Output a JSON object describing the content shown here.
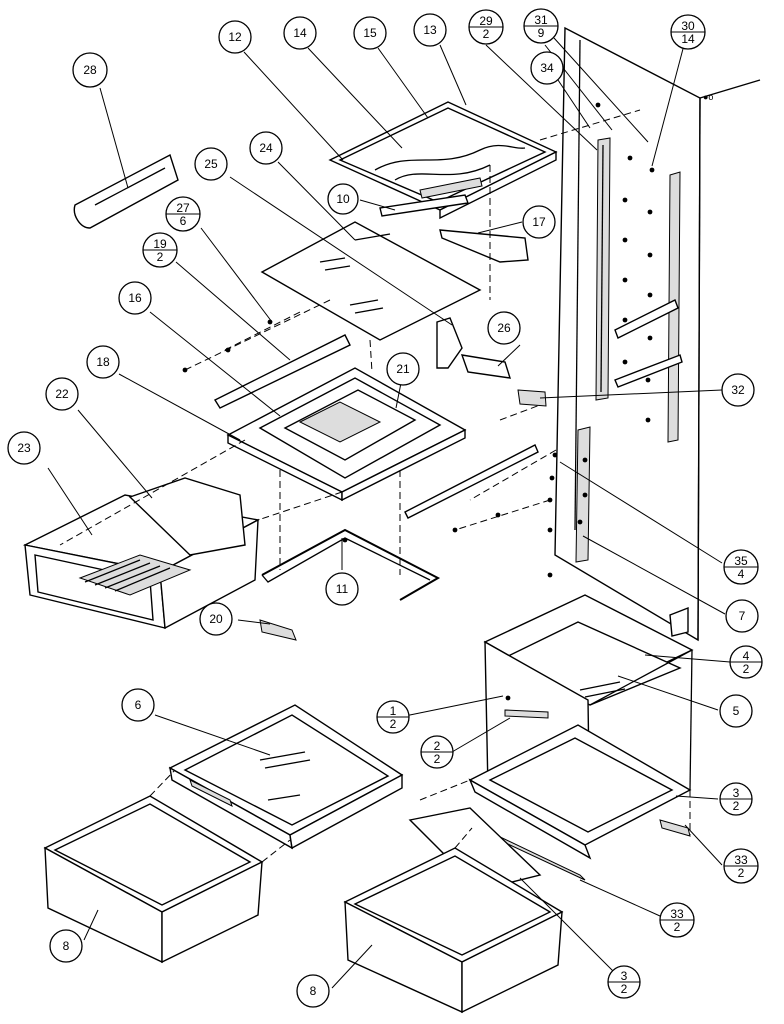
{
  "callouts": [
    {
      "id": "c28",
      "num": "28",
      "den": ""
    },
    {
      "id": "c12",
      "num": "12",
      "den": ""
    },
    {
      "id": "c14",
      "num": "14",
      "den": ""
    },
    {
      "id": "c15",
      "num": "15",
      "den": ""
    },
    {
      "id": "c13",
      "num": "13",
      "den": ""
    },
    {
      "id": "c29",
      "num": "29",
      "den": "2"
    },
    {
      "id": "c31",
      "num": "31",
      "den": "9"
    },
    {
      "id": "c30",
      "num": "30",
      "den": "14"
    },
    {
      "id": "c34",
      "num": "34",
      "den": ""
    },
    {
      "id": "c25",
      "num": "25",
      "den": ""
    },
    {
      "id": "c24",
      "num": "24",
      "den": ""
    },
    {
      "id": "c10",
      "num": "10",
      "den": ""
    },
    {
      "id": "c17",
      "num": "17",
      "den": ""
    },
    {
      "id": "c27",
      "num": "27",
      "den": "6"
    },
    {
      "id": "c19",
      "num": "19",
      "den": "2"
    },
    {
      "id": "c16",
      "num": "16",
      "den": ""
    },
    {
      "id": "c26",
      "num": "26",
      "den": ""
    },
    {
      "id": "c18",
      "num": "18",
      "den": ""
    },
    {
      "id": "c21",
      "num": "21",
      "den": ""
    },
    {
      "id": "c32",
      "num": "32",
      "den": ""
    },
    {
      "id": "c22",
      "num": "22",
      "den": ""
    },
    {
      "id": "c23",
      "num": "23",
      "den": ""
    },
    {
      "id": "c35",
      "num": "35",
      "den": "4"
    },
    {
      "id": "c11",
      "num": "11",
      "den": ""
    },
    {
      "id": "c7",
      "num": "7",
      "den": ""
    },
    {
      "id": "c20",
      "num": "20",
      "den": ""
    },
    {
      "id": "c4",
      "num": "4",
      "den": "2"
    },
    {
      "id": "c1",
      "num": "1",
      "den": "2"
    },
    {
      "id": "c5",
      "num": "5",
      "den": ""
    },
    {
      "id": "c6",
      "num": "6",
      "den": ""
    },
    {
      "id": "c2",
      "num": "2",
      "den": "2"
    },
    {
      "id": "c3a",
      "num": "3",
      "den": "2"
    },
    {
      "id": "c33a",
      "num": "33",
      "den": "2"
    },
    {
      "id": "c33b",
      "num": "33",
      "den": "2"
    },
    {
      "id": "c8a",
      "num": "8",
      "den": ""
    },
    {
      "id": "c8b",
      "num": "8",
      "den": ""
    },
    {
      "id": "c3b",
      "num": "3",
      "den": "2"
    }
  ]
}
